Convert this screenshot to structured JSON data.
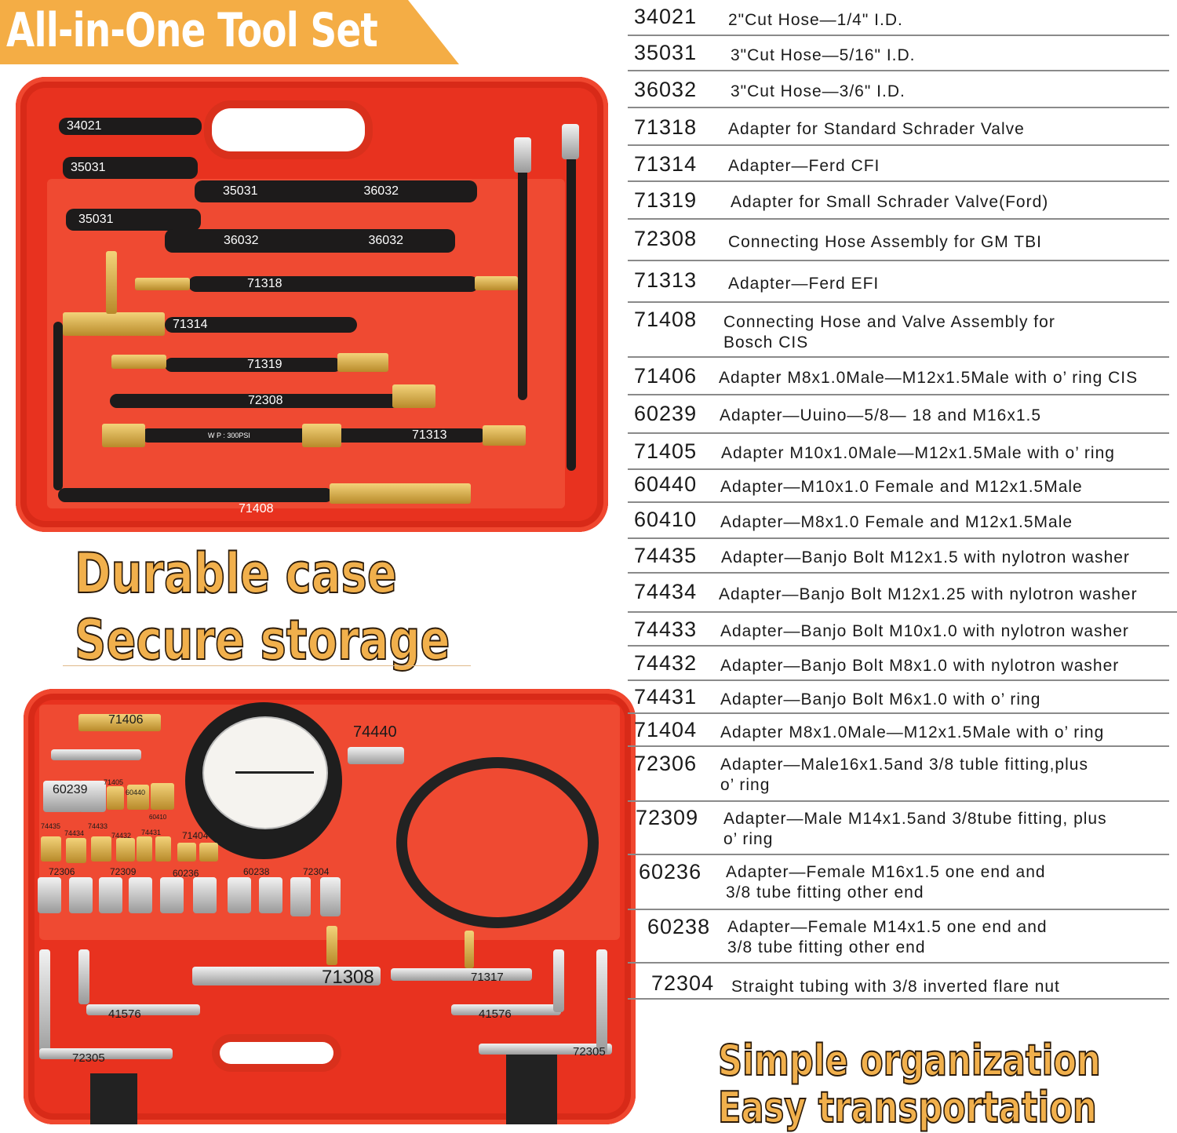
{
  "banner": {
    "title": "All-in-One Tool Set",
    "color": "#f4ad45"
  },
  "slogans": {
    "top": [
      "Durable case",
      "Secure storage"
    ],
    "bottom": [
      "Simple organization",
      "Easy transportation"
    ],
    "color": "#f1b04c"
  },
  "case_top_labels": {
    "h1": "34021",
    "h2": "35031",
    "h3": "35031",
    "h4": "36032",
    "h5": "35031",
    "h6": "36032",
    "h7": "36032",
    "h8": "71318",
    "h9": "71314",
    "h10": "71319",
    "h11": "72308",
    "h12": "71313",
    "h13": "71408",
    "wp": "W P : 300PSI"
  },
  "case_bottom_labels": {
    "a71406": "71406",
    "a74440": "74440",
    "a60239": "60239",
    "a71405": "71405",
    "a60440": "60440",
    "a60410": "60410",
    "a74435": "74435",
    "a74434": "74434",
    "a74433": "74433",
    "a74432": "74432",
    "a74431": "74431",
    "a71404": "71404",
    "a72306": "72306",
    "a72309": "72309",
    "a60236": "60236",
    "a60238": "60238",
    "a72304": "72304",
    "a71308": "71308",
    "a71317": "71317",
    "a41576l": "41576",
    "a41576r": "41576",
    "a72305l": "72305",
    "a72305r": "72305"
  },
  "parts": [
    {
      "code": "34021",
      "desc": "2\"Cut Hose—1/4\" I.D."
    },
    {
      "code": "35031",
      "desc": "3\"Cut Hose—5/16\" I.D."
    },
    {
      "code": "36032",
      "desc": "3\"Cut Hose—3/6\" I.D."
    },
    {
      "code": "71318",
      "desc": "Adapter for Standard Schrader Valve"
    },
    {
      "code": "71314",
      "desc": "Adapter—Ferd CFI"
    },
    {
      "code": "71319",
      "desc": "Adapter for Small Schrader Valve(Ford)"
    },
    {
      "code": "72308",
      "desc": "Connecting Hose Assembly for GM TBI"
    },
    {
      "code": "71313",
      "desc": "Adapter—Ferd EFI"
    },
    {
      "code": "71408",
      "desc": "Connecting Hose and Valve Assembly for\nBosch CIS"
    },
    {
      "code": "71406",
      "desc": "Adapter M8x1.0Male—M12x1.5Male with o’ ring CIS"
    },
    {
      "code": "60239",
      "desc": "Adapter—Uuino—5/8— 18 and M16x1.5"
    },
    {
      "code": "71405",
      "desc": "Adapter M10x1.0Male—M12x1.5Male with o’ ring"
    },
    {
      "code": "60440",
      "desc": "Adapter—M10x1.0 Female and M12x1.5Male"
    },
    {
      "code": "60410",
      "desc": "Adapter—M8x1.0 Female and M12x1.5Male"
    },
    {
      "code": "74435",
      "desc": "Adapter—Banjo Bolt M12x1.5 with nylotron washer"
    },
    {
      "code": "74434",
      "desc": "Adapter—Banjo Bolt M12x1.25 with nylotron washer"
    },
    {
      "code": "74433",
      "desc": "Adapter—Banjo Bolt M10x1.0 with nylotron washer"
    },
    {
      "code": "74432",
      "desc": "Adapter—Banjo Bolt M8x1.0 with nylotron washer"
    },
    {
      "code": "74431",
      "desc": "Adapter—Banjo Bolt M6x1.0 with o’ ring"
    },
    {
      "code": "71404",
      "desc": "Adapter M8x1.0Male—M12x1.5Male with o’ ring"
    },
    {
      "code": "72306",
      "desc": "Adapter—Male16x1.5and 3/8 tuble fitting,plus\no’ ring"
    },
    {
      "code": "72309",
      "desc": "Adapter—Male M14x1.5and 3/8tube fitting, plus\no’ ring"
    },
    {
      "code": "60236",
      "desc": "Adapter—Female M16x1.5 one end and\n3/8 tube fitting other end"
    },
    {
      "code": "60238",
      "desc": "Adapter—Female M14x1.5 one end and\n3/8 tube fitting other end"
    },
    {
      "code": "72304",
      "desc": "Straight tubing with 3/8 inverted flare nut"
    }
  ]
}
